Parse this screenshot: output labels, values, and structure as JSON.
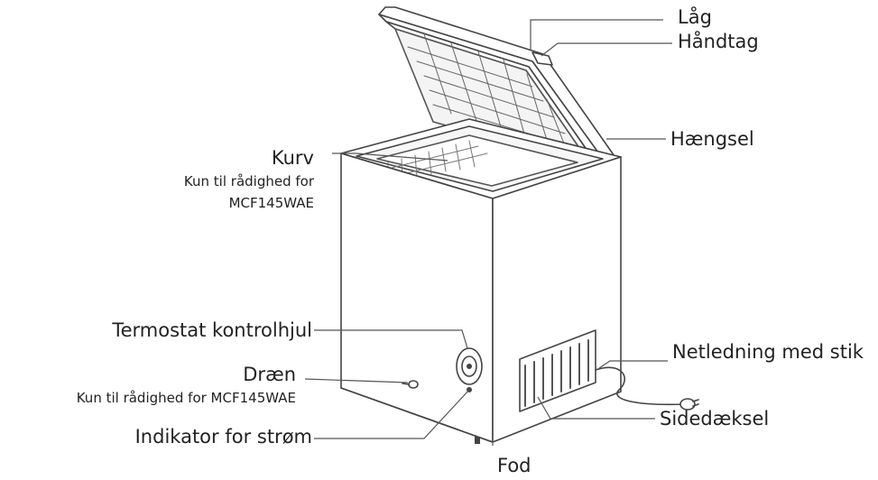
{
  "labels": {
    "lid": "Låg",
    "handle": "Håndtag",
    "hinge": "Hængsel",
    "basket": "Kurv",
    "basket_note_1": "Kun til rådighed for",
    "basket_note_2": "MCF145WAE",
    "thermostat": "Termostat kontrolhjul",
    "drain": "Dræn",
    "drain_note": "Kun til rådighed for MCF145WAE",
    "power_indicator": "Indikator for strøm",
    "power_cord": "Netledning med stik",
    "side_cover": "Sidedæksel",
    "foot": "Fod"
  },
  "colors": {
    "stroke": "#444444",
    "fill": "#ffffff",
    "leader": "#555555"
  }
}
